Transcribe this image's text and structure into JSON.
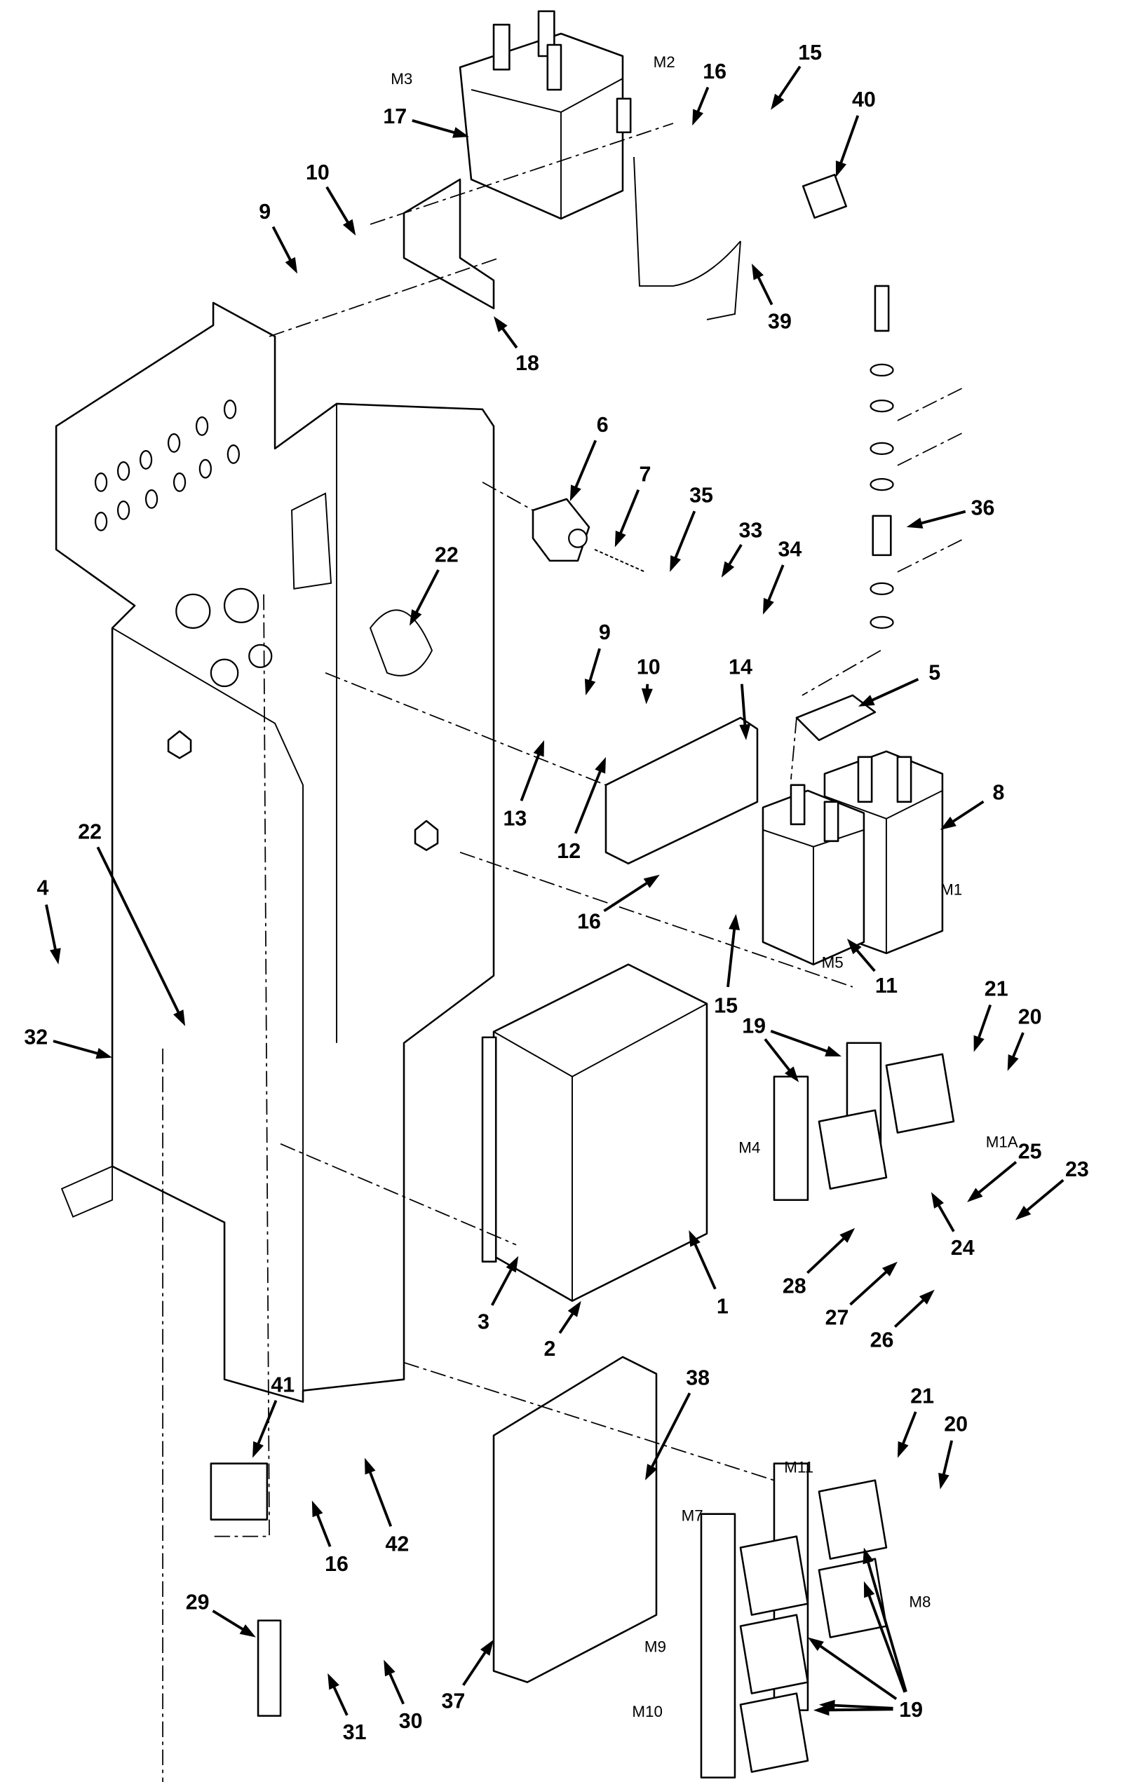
{
  "callouts": [
    "17",
    "16",
    "15",
    "40",
    "10",
    "9",
    "18",
    "39",
    "6",
    "7",
    "35",
    "33",
    "34",
    "36",
    "22",
    "9",
    "10",
    "14",
    "5",
    "13",
    "12",
    "8",
    "16",
    "15",
    "11",
    "4",
    "22",
    "32",
    "21",
    "20",
    "19",
    "25",
    "23",
    "24",
    "28",
    "27",
    "26",
    "3",
    "2",
    "1",
    "38",
    "21",
    "20",
    "41",
    "42",
    "16",
    "19",
    "29",
    "37",
    "31",
    "30"
  ],
  "module_labels": [
    "M3",
    "M2",
    "M1",
    "M5",
    "M4",
    "M1A",
    "M11",
    "M7",
    "M8",
    "M9",
    "M10"
  ]
}
